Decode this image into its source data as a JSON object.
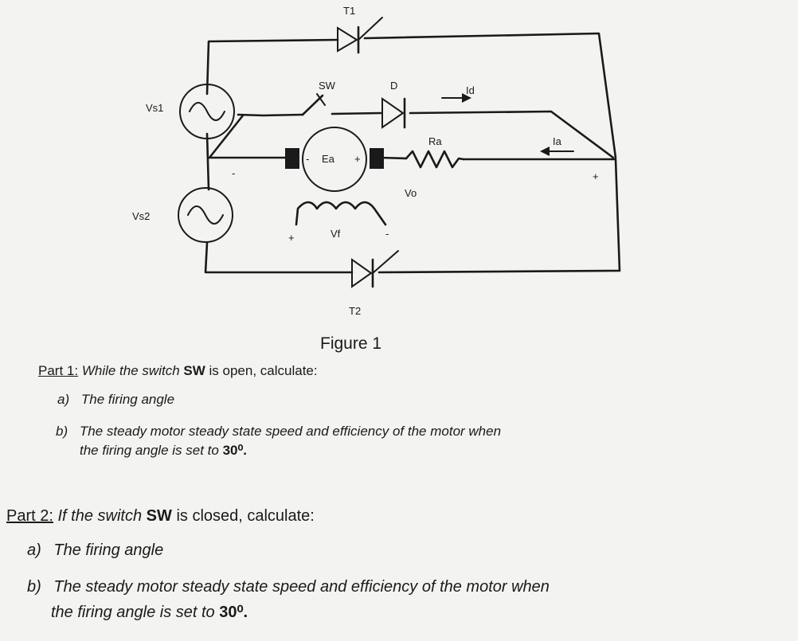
{
  "figure": {
    "caption": "Figure 1",
    "labels": {
      "t1": "T1",
      "t2": "T2",
      "sw": "SW",
      "d": "D",
      "id": "Id",
      "vs1": "Vs1",
      "vs2": "Vs2",
      "ea": "Ea",
      "ea_minus": "-",
      "ea_plus": "+",
      "ra": "Ra",
      "ia": "Ia",
      "vo": "Vo",
      "vo_plus": "+",
      "vf": "Vf",
      "vf_plus": "+",
      "vf_minus": "-",
      "vs_minus": "-"
    }
  },
  "part1": {
    "header": "Part 1:",
    "intro_a": "While the switch",
    "intro_sw": "SW",
    "intro_b": "is open, calculate:",
    "a_marker": "a)",
    "a_text": "The firing angle",
    "b_marker": "b)",
    "b_text": "The steady motor steady state speed and efficiency of the motor when",
    "b_text2": "the firing angle is set to",
    "b_value": "30⁰."
  },
  "part2": {
    "header": "Part 2:",
    "intro_a": "If the switch",
    "intro_sw": "SW",
    "intro_b": "is closed, calculate:",
    "a_marker": "a)",
    "a_text": "The firing angle",
    "b_marker": "b)",
    "b_text": "The steady motor steady state speed and efficiency of the motor when",
    "b_text2": "the firing angle is set to",
    "b_value": "30⁰."
  }
}
